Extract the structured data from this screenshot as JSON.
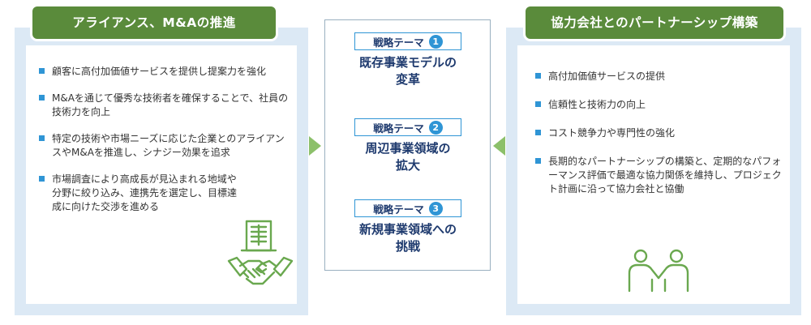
{
  "left": {
    "title": "アライアンス、M&Aの推進",
    "items": [
      "顧客に高付加価値サービスを提供し提案力を強化",
      "M&Aを通じて優秀な技術者を確保することで、社員の技術力を向上",
      "特定の技術や市場ニーズに応じた企業とのアライアンスやM&Aを推進し、シナジー効果を追求",
      "市場調査により高成長が見込まれる地域や分野に絞り込み、連携先を選定し、目標達成に向けた交渉を進める"
    ]
  },
  "center": {
    "themes": [
      {
        "label": "戦略テーマ",
        "number": "1",
        "title": "既存事業モデルの変革"
      },
      {
        "label": "戦略テーマ",
        "number": "2",
        "title": "周辺事業領域の拡大"
      },
      {
        "label": "戦略テーマ",
        "number": "3",
        "title": "新規事業領域への挑戦"
      }
    ]
  },
  "right": {
    "title": "協力会社とのパートナーシップ構築",
    "items": [
      "高付加価値サービスの提供",
      "信頼性と技術力の向上",
      "コスト競争力や専門性の強化",
      "長期的なパートナーシップの構築と、定期的なパフォーマンス評価で最適な協力関係を維持し、プロジェクト計画に沿って協力会社と協働"
    ]
  },
  "colors": {
    "header_green": "#5a8b3b",
    "arrow_green": "#8cc06a",
    "bullet_blue": "#2f95d5",
    "theme_text": "#1e3a6e",
    "panel_bg": "#dce9f5"
  },
  "icons": {
    "left": "building-handshake-icon",
    "right": "people-handshake-icon"
  }
}
